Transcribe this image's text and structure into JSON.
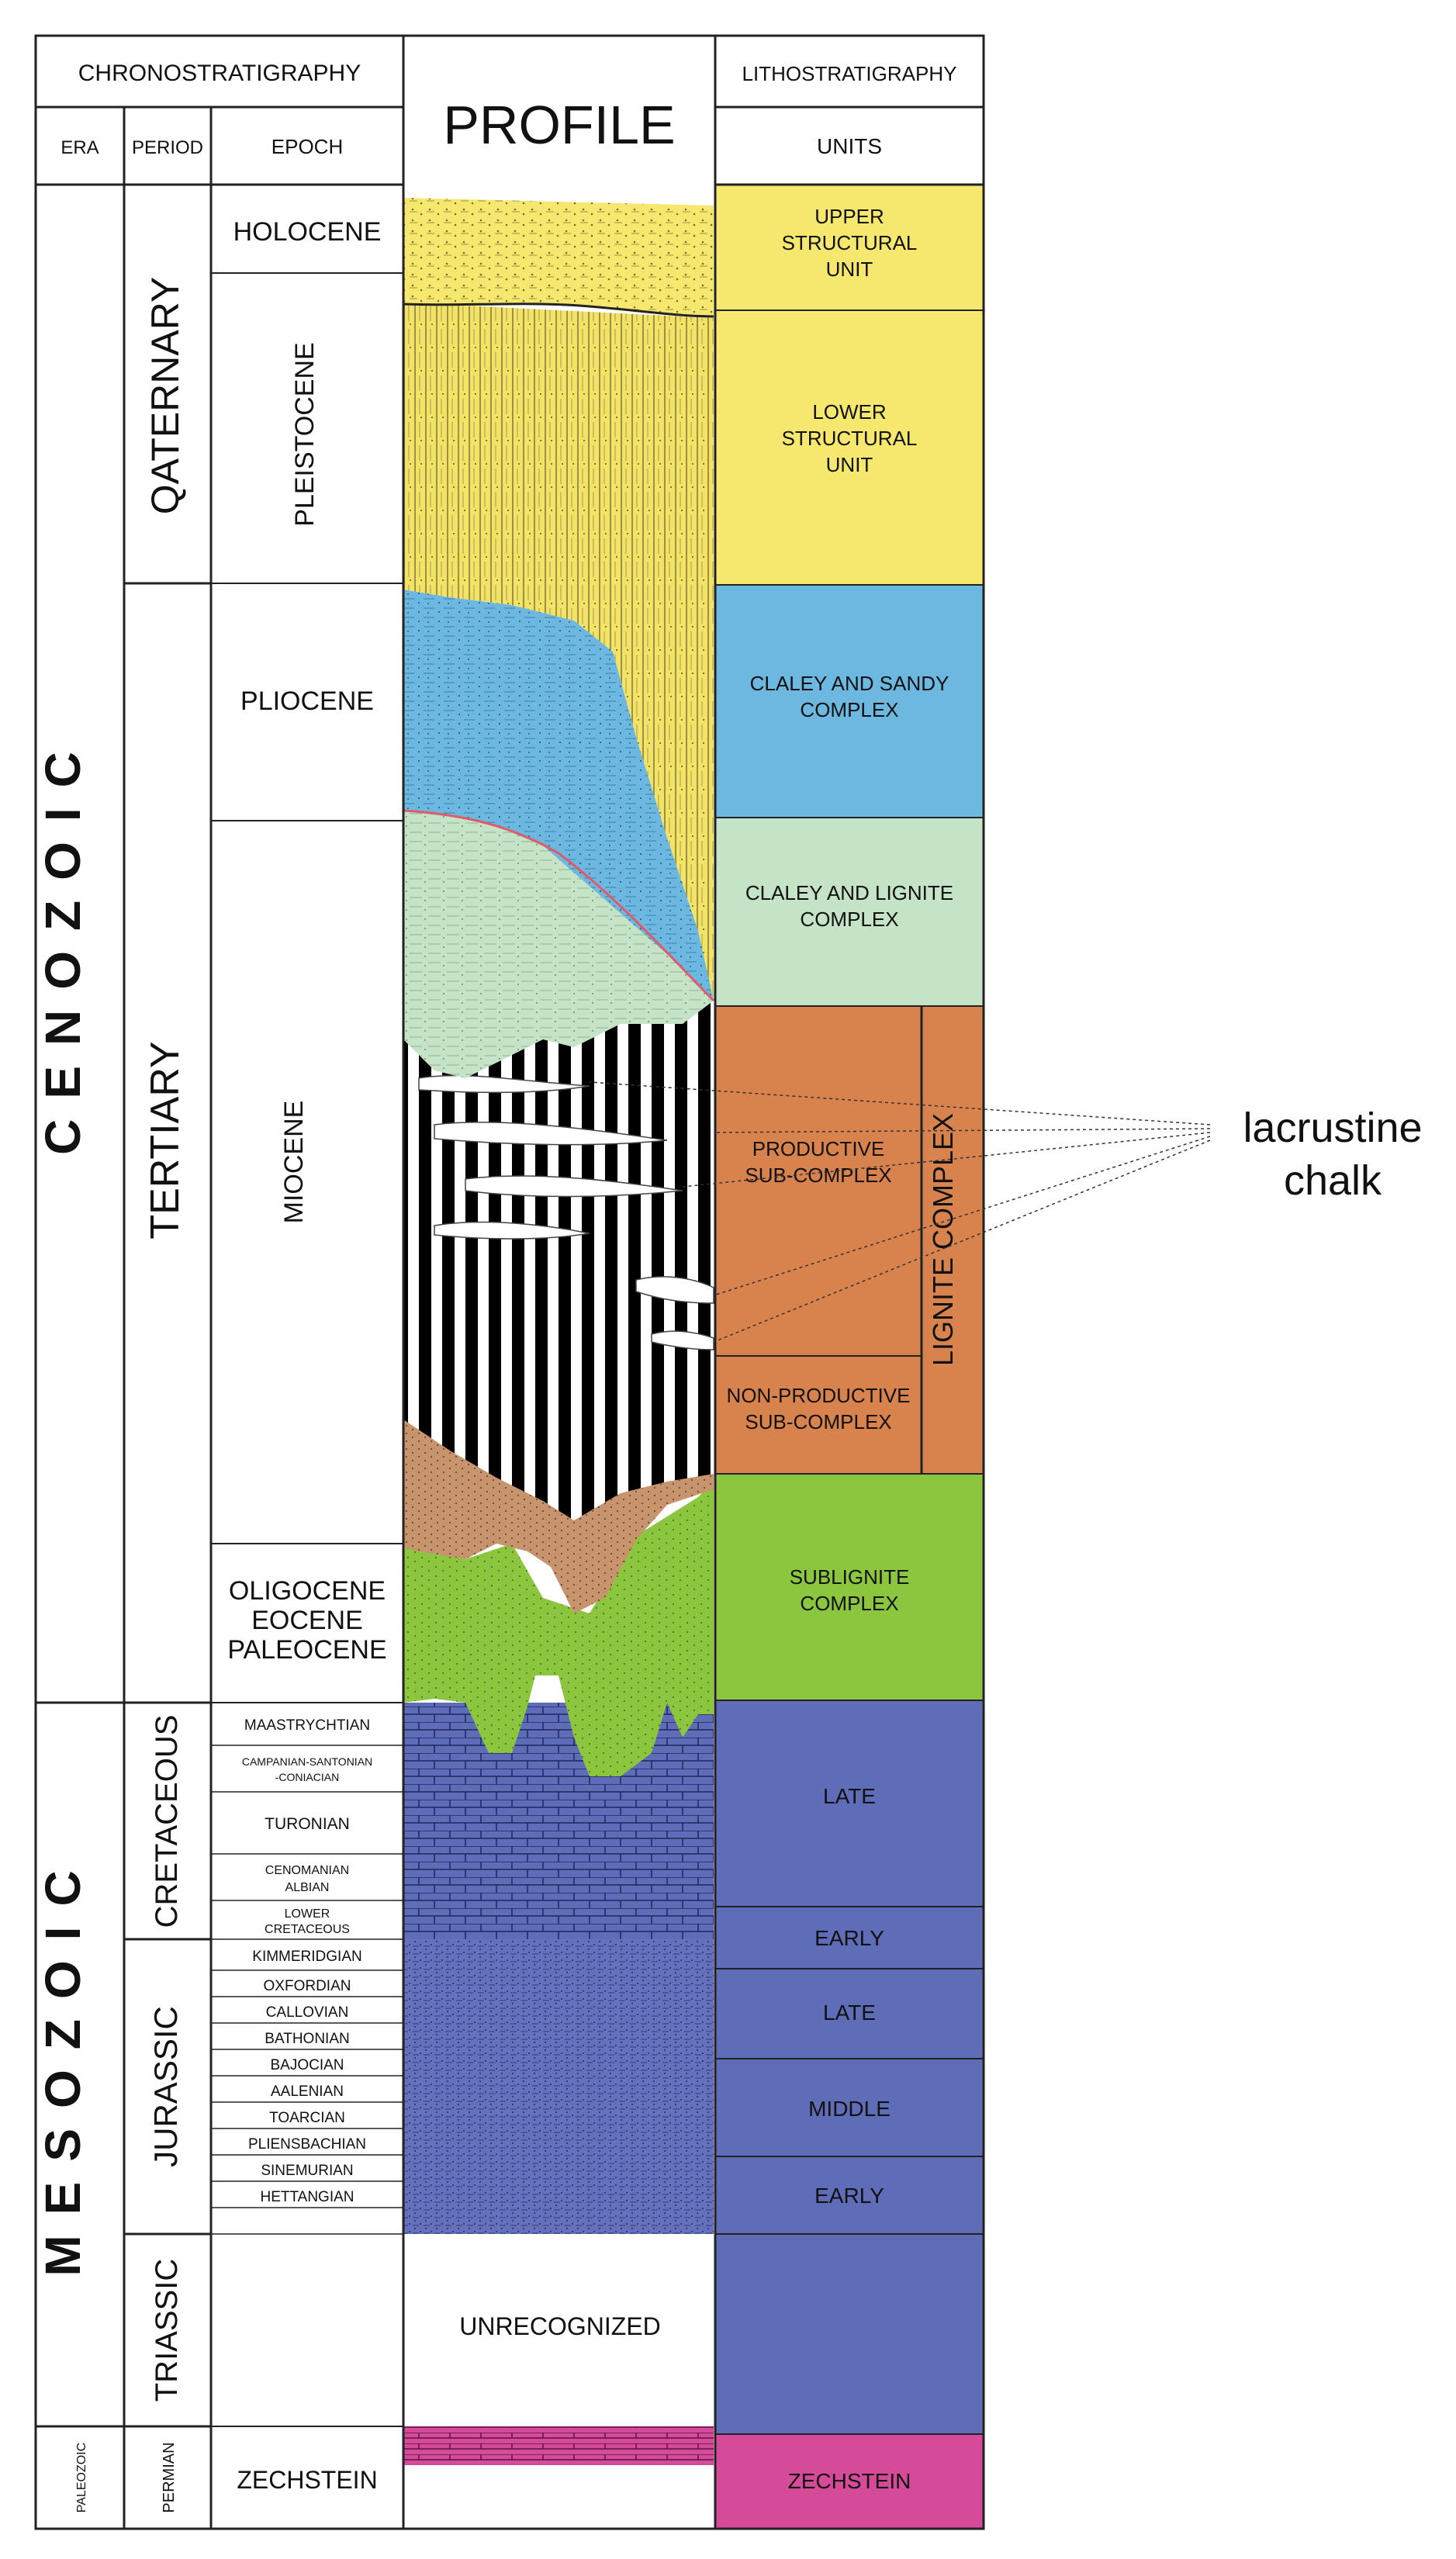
{
  "header": {
    "chronostratigraphy": "CHRONOSTRATIGRAPHY",
    "era": "ERA",
    "period": "PERIOD",
    "epoch": "EPOCH",
    "profile": "PROFILE",
    "lithostratigraphy": "LITHOSTRATIGRAPHY",
    "units": "UNITS"
  },
  "eras": [
    "CENOZOIC",
    "MESOZOIC",
    "PALEOZOIC"
  ],
  "periods": [
    "QATERNARY",
    "TERTIARY",
    "CRETACEOUS",
    "JURASSIC",
    "TRIASSIC",
    "PERMIAN"
  ],
  "epochs": {
    "cenozoic": [
      "HOLOCENE",
      "PLEISTOCENE",
      "PLIOCENE",
      "MIOCENE",
      "OLIGOCENE",
      "EOCENE",
      "PALEOCENE"
    ],
    "cretaceous": [
      "MAASTRYCHTIAN",
      "CAMPANIAN-SANTONIAN",
      "-CONIACIAN",
      "TURONIAN",
      "CENOMANIAN",
      "ALBIAN",
      "LOWER",
      "CRETACEOUS"
    ],
    "jurassic": [
      "KIMMERIDGIAN",
      "OXFORDIAN",
      "CALLOVIAN",
      "BATHONIAN",
      "BAJOCIAN",
      "AALENIAN",
      "TOARCIAN",
      "PLIENSBACHIAN",
      "SINEMURIAN",
      "HETTANGIAN"
    ],
    "permian": "ZECHSTEIN"
  },
  "profile": {
    "unrecognized": "UNRECOGNIZED"
  },
  "units": {
    "upper_structural": [
      "UPPER",
      "STRUCTURAL",
      "UNIT"
    ],
    "lower_structural": [
      "LOWER",
      "STRUCTURAL",
      "UNIT"
    ],
    "clayey_sandy": [
      "CLALEY AND SANDY",
      "COMPLEX"
    ],
    "clayey_lignite": [
      "CLALEY AND LIGNITE",
      "COMPLEX"
    ],
    "productive": [
      "PRODUCTIVE",
      "SUB-COMPLEX"
    ],
    "non_productive": [
      "NON-PRODUCTIVE",
      "SUB-COMPLEX"
    ],
    "lignite_complex": "LIGNITE COMPLEX",
    "sublignite": [
      "SUBLIGNITE",
      "COMPLEX"
    ],
    "late": "LATE",
    "early": "EARLY",
    "middle": "MIDDLE",
    "zechstein": "ZECHSTEIN"
  },
  "annotation": [
    "lacrustine",
    "chalk"
  ],
  "colors": {
    "yellow": "#f6e86e",
    "blue": "#6cb8e0",
    "light_green": "#c5e3c6",
    "orange": "#d8834e",
    "green": "#8cc63f",
    "purple": "#5f6cb7",
    "magenta": "#d64a9a",
    "brown": "#c8946e"
  }
}
